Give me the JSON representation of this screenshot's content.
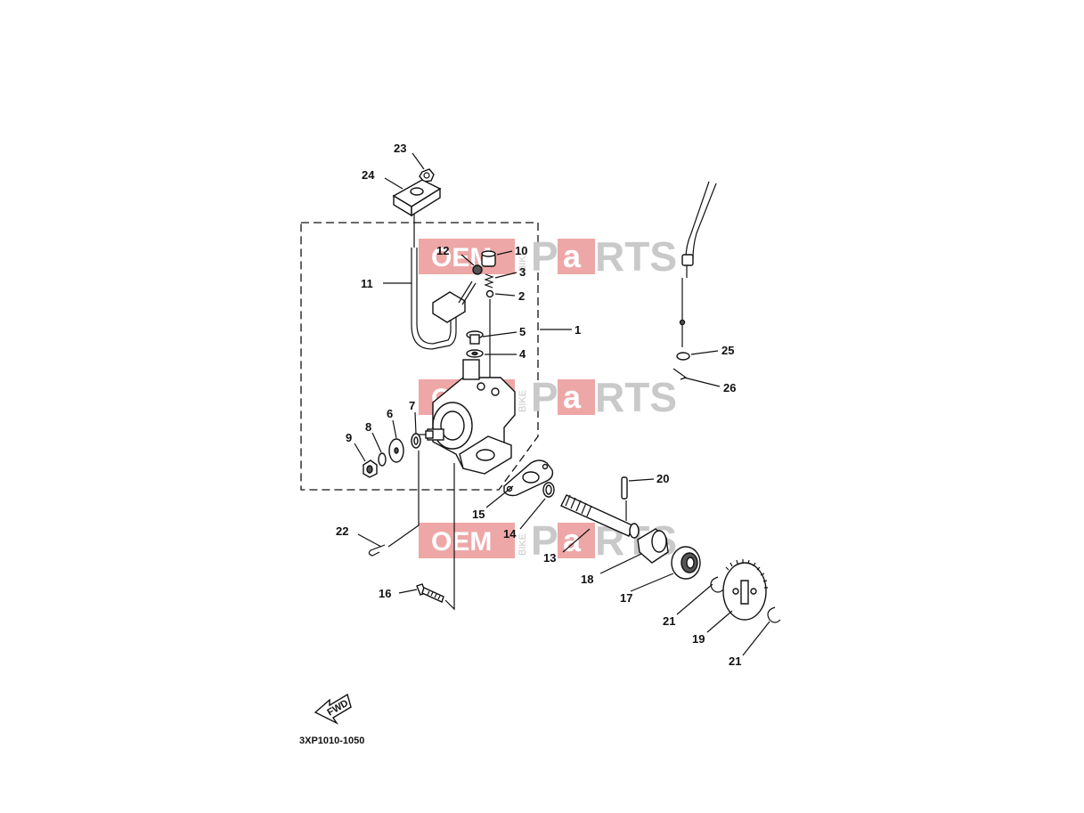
{
  "watermark": {
    "oem": "OEM",
    "bike": "BIKE",
    "p": "P",
    "a": "a",
    "rts": "RTS"
  },
  "callouts": {
    "c1": "1",
    "c2": "2",
    "c3": "3",
    "c4": "4",
    "c5": "5",
    "c6": "6",
    "c7": "7",
    "c8": "8",
    "c9": "9",
    "c10": "10",
    "c11": "11",
    "c12": "12",
    "c13": "13",
    "c14": "14",
    "c15": "15",
    "c16": "16",
    "c17": "17",
    "c18": "18",
    "c19": "19",
    "c20": "20",
    "c21a": "21",
    "c21b": "21",
    "c22": "22",
    "c23": "23",
    "c24": "24",
    "c25": "25",
    "c26": "26"
  },
  "fwd_label": "FWD",
  "diagram_code": "3XP1010-1050"
}
